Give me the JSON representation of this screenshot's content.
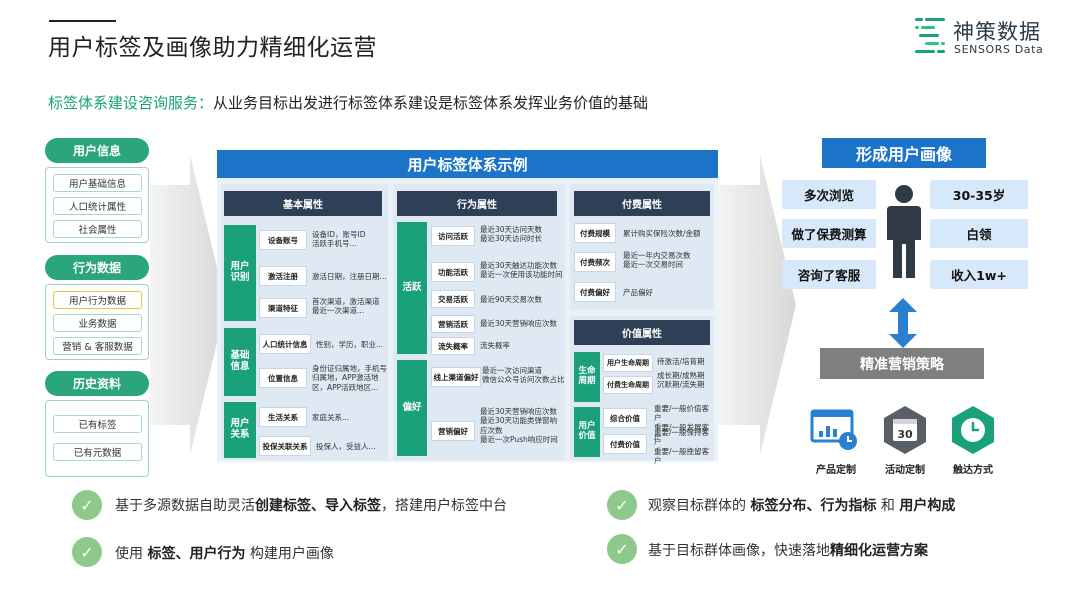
{
  "header": {
    "title": "用户标签及画像助力精细化运营",
    "logo_cn": "神策数据",
    "logo_en": "SENSORS Data"
  },
  "subtitle": {
    "highlight": "标签体系建设咨询服务：",
    "text": "从业务目标出发进行标签体系建设是标签体系发挥业务价值的基础"
  },
  "sources": [
    {
      "title": "用户信息",
      "items": [
        "用户基础信息",
        "人口统计属性",
        "社会属性"
      ]
    },
    {
      "title": "行为数据",
      "items": [
        "用户行为数据",
        "业务数据",
        "营销 & 客服数据"
      ]
    },
    {
      "title": "历史资料",
      "items": [
        "已有标签",
        "已有元数据"
      ]
    }
  ],
  "center": {
    "title": "用户标签体系示例",
    "basic": {
      "title": "基本属性",
      "groups": [
        {
          "label": "用户\n识别",
          "rows": [
            {
              "chip": "设备账号",
              "desc": "设备ID，账号ID\n活跃手机号..."
            },
            {
              "chip": "激活注册",
              "desc": "激活日期，注册日期..."
            },
            {
              "chip": "渠道特征",
              "desc": "首次渠道，激活渠道\n最近一次渠道..."
            }
          ]
        },
        {
          "label": "基础\n信息",
          "rows": [
            {
              "chip": "人口统计信息",
              "desc": "性别，学历，职业..."
            },
            {
              "chip": "位置信息",
              "desc": "身份证归属地，手机号\n归属地，APP激活地\n区，APP活跃地区..."
            }
          ]
        },
        {
          "label": "用户\n关系",
          "rows": [
            {
              "chip": "生活关系",
              "desc": "家庭关系..."
            },
            {
              "chip": "投保关联关系",
              "desc": "投保人，受益人..."
            }
          ]
        }
      ]
    },
    "behavior": {
      "title": "行为属性",
      "groups": [
        {
          "label": "活跃",
          "rows": [
            {
              "chip": "访问活跃",
              "desc": "最近30天访问天数\n最近30天访问时长"
            },
            {
              "chip": "功能活跃",
              "desc": "最近30天触达功能次数\n最近一次使用该功能时间"
            },
            {
              "chip": "交易活跃",
              "desc": "最近90天交易次数"
            },
            {
              "chip": "营销活跃",
              "desc": "最近30天营销响应次数"
            },
            {
              "chip": "流失概率",
              "desc": "流失概率"
            }
          ]
        },
        {
          "label": "偏好",
          "rows": [
            {
              "chip": "线上渠道偏好",
              "desc": "最近一次访问渠道\n微信公众号访问次数占比"
            },
            {
              "chip": "营销偏好",
              "desc": "最近30天营销响应次数\n最近30天功能类弹窗响\n应次数\n最近一次Push响应时间"
            }
          ]
        }
      ]
    },
    "payment": {
      "title": "付费属性",
      "rows": [
        {
          "chip": "付费规模",
          "desc": "累计购买保险次数/金额"
        },
        {
          "chip": "付费频次",
          "desc": "最近一年内交易次数\n最近一次交易时间"
        },
        {
          "chip": "付费偏好",
          "desc": "产品偏好"
        }
      ]
    },
    "value": {
      "title": "价值属性",
      "groups": [
        {
          "label": "生命\n周期",
          "rows": [
            {
              "chip": "用户生命周期",
              "desc": "待激活/培育期"
            },
            {
              "chip": "付费生命周期",
              "desc": "成长期/成熟期\n沉默期/流失期"
            }
          ]
        },
        {
          "label": "用户\n价值",
          "rows": [
            {
              "chip": "综合价值",
              "desc": "重要/一般价值客户\n重要/一般发展客户"
            },
            {
              "chip": "付费价值",
              "desc": "重要/一般保持客户\n重要/一般挽留客户"
            }
          ]
        }
      ]
    }
  },
  "portrait": {
    "title": "形成用户画像",
    "left_tags": [
      "多次浏览",
      "做了保费测算",
      "咨询了客服"
    ],
    "right_tags": [
      "30-35岁",
      "白领",
      "收入1w+"
    ],
    "strategy": "精准营销策略",
    "tools": [
      {
        "label": "产品定制",
        "icon": "chart-monitor-icon"
      },
      {
        "label": "活动定制",
        "icon": "calendar-icon",
        "badge": "30"
      },
      {
        "label": "触达方式",
        "icon": "clock-icon"
      }
    ]
  },
  "bullets": [
    {
      "parts": [
        {
          "t": "基于多源数据自助灵活",
          "b": false
        },
        {
          "t": "创建标签、导入标签",
          "b": true
        },
        {
          "t": "，搭建用户标签中台",
          "b": false
        }
      ]
    },
    {
      "parts": [
        {
          "t": "观察目标群体的 ",
          "b": false
        },
        {
          "t": "标签分布、行为指标",
          "b": true
        },
        {
          "t": " 和 ",
          "b": false
        },
        {
          "t": "用户构成",
          "b": true
        }
      ]
    },
    {
      "parts": [
        {
          "t": "使用 ",
          "b": false
        },
        {
          "t": "标签、用户行为",
          "b": true
        },
        {
          "t": " 构建用户画像",
          "b": false
        }
      ]
    },
    {
      "parts": [
        {
          "t": "基于目标群体画像，快速落地",
          "b": false
        },
        {
          "t": "精细化运营方案",
          "b": true
        }
      ]
    }
  ],
  "colors": {
    "green": "#1aa17a",
    "blue": "#1c74c9",
    "navy": "#2f3f57",
    "tag_bg": "#d6e8fa"
  }
}
